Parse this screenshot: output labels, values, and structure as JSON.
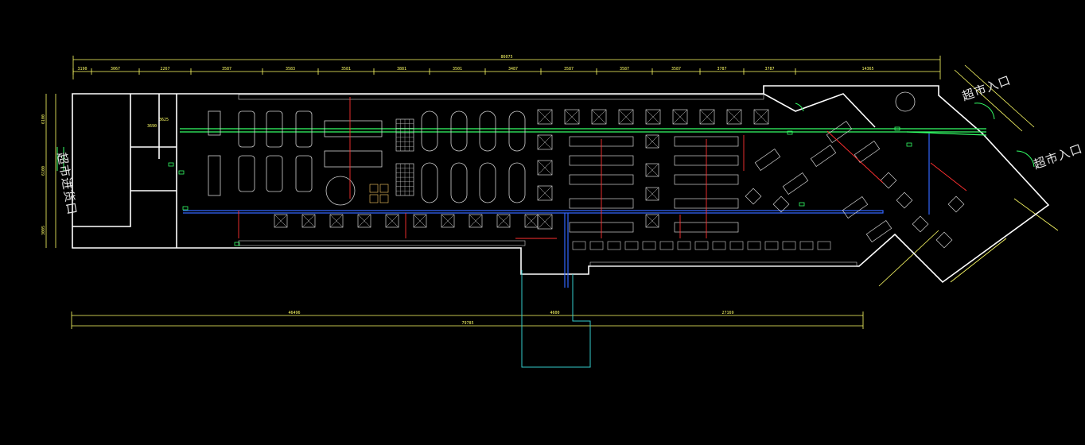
{
  "drawing": {
    "labels": {
      "entrance_1": "超市入口",
      "entrance_2": "超市入口",
      "loading_door": "超市进货口"
    },
    "dimensions_top": [
      "3190",
      "3067",
      "2267",
      "3587",
      "3583",
      "3581",
      "3881",
      "3501",
      "3487",
      "3587",
      "3587",
      "3587",
      "3787",
      "3787",
      "14365"
    ],
    "dimension_total_top": "86075",
    "dimensions_bottom": [
      "46496",
      "4600",
      "27169"
    ],
    "dimension_total_bottom": "79785",
    "dimensions_left": [
      "6100",
      "6100",
      "3005"
    ],
    "dimension_small": [
      "3690",
      "3625"
    ],
    "colors": {
      "background": "#000000",
      "wall": "#ffffff",
      "dimension": "#ffff66",
      "fixture": "#d0d0d0",
      "duct_green": "#33ff66",
      "pipe_blue": "#3366ff",
      "pipe_red": "#ff3030",
      "cyan": "#33cccc"
    }
  }
}
